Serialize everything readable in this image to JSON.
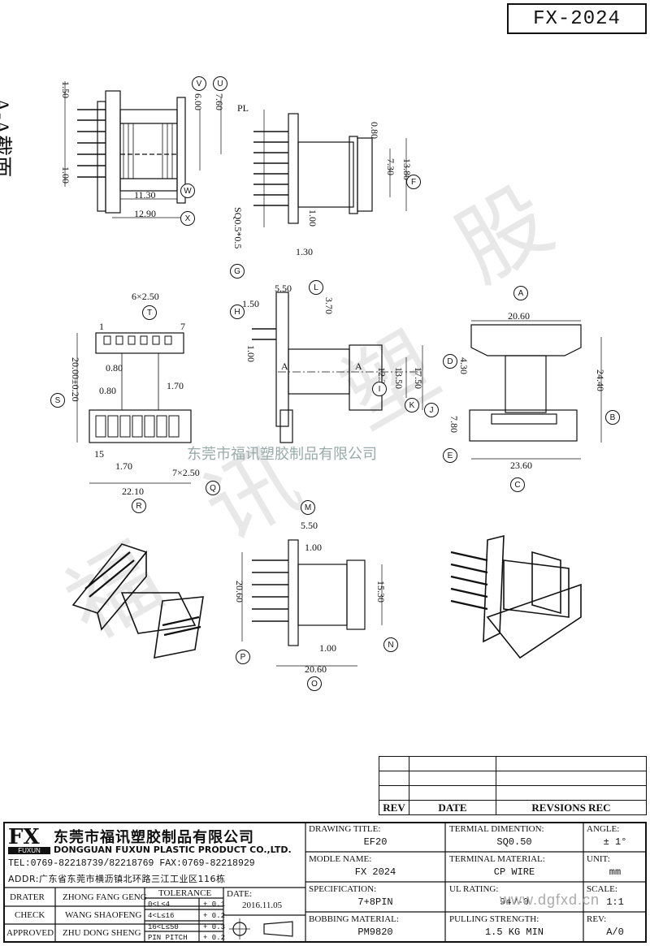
{
  "drawing_number": "FX-2024",
  "section_label": "A-A截面",
  "watermark_company": "东莞市福讯塑胶制品有限公司",
  "watermark_url": "www.dgfxd.cn",
  "dimensions": {
    "sec_150": "1.50",
    "sec_100": "1.00",
    "sec_1130": "11.30",
    "sec_1290": "12.90",
    "sec_760": "7.60",
    "sec_600": "6.00",
    "side_pl": "PL",
    "side_080": "0.80",
    "side_730": "7.30",
    "side_1380": "13.80",
    "side_sq": "SQ0.5*0.5",
    "side_100": "1.00",
    "side_130": "1.30",
    "bot_6x250": "6×2.50",
    "bot_pin1": "1",
    "bot_pin7": "7",
    "bot_080a": "0.80",
    "bot_170a": "1.70",
    "bot_080b": "0.80",
    "bot_2000": "20.00±0.20",
    "bot_15": "15",
    "bot_170b": "1.70",
    "bot_7x250": "7×2.50",
    "bot_2210": "22.10",
    "front_550": "5.50",
    "front_150": "1.50",
    "front_370": "3.70",
    "front_100": "1.00",
    "front_a1": "A",
    "front_a2": "A",
    "front_1230": "12.30",
    "front_1350": "13.50",
    "front_1750": "17.50",
    "end_2060": "20.60",
    "end_430": "4.30",
    "end_2440": "24.40",
    "end_780": "7.80",
    "end_2360": "23.60",
    "top_550": "5.50",
    "top_100a": "1.00",
    "top_2060a": "20.60",
    "top_1530": "15.30",
    "top_100b": "1.00",
    "top_2060b": "20.60"
  },
  "callouts": {
    "sec_u": "U",
    "sec_v": "V",
    "sec_w": "W",
    "sec_x": "X",
    "side_f": "F",
    "side_g": "G",
    "bot_t": "T",
    "bot_s": "S",
    "bot_q": "Q",
    "bot_r": "R",
    "front_l": "L",
    "front_h": "H",
    "front_i": "I",
    "front_j": "J",
    "front_k": "K",
    "end_a": "A",
    "end_d": "D",
    "end_b": "B",
    "end_e": "E",
    "end_c": "C",
    "top_m": "M",
    "top_n": "N",
    "top_p": "P",
    "top_o": "O"
  },
  "revision_table": {
    "rev": "REV",
    "date": "DATE",
    "revisions": "REVSIONS REC"
  },
  "title_block": {
    "logo": "FX",
    "logo_sub": "FUXUN",
    "company_cn": "东莞市福讯塑胶制品有限公司",
    "company_en": "DONGGUAN FUXUN PLASTIC PRODUCT CO.,LTD.",
    "tel": "TEL:0769-82218739/82218769 FAX:0769-82218929",
    "addr": "ADDR:广东省东莞市横沥镇北环路三江工业区116栋",
    "drater_label": "DRATER",
    "drater": "ZHONG FANG GENG",
    "check_label": "CHECK",
    "check": "WANG SHAOFENG",
    "approved_label": "APPROVED",
    "approved": "ZHU DONG SHENG",
    "tolerance_label": "TOLERANCE",
    "tol1": "0<L≤4",
    "tol1v": "+ 0.1",
    "tol2": "4<L≤16",
    "tol2v": "+ 0.2",
    "tol3": "16<L≤50",
    "tol3v": "+ 0.3",
    "tol4": "PIN PITCH",
    "tol4v": "+ 0.2",
    "date_label": "DATE:",
    "date": "2016.11.05",
    "drawing_title_label": "DRAWING TITLE:",
    "drawing_title": "EF20",
    "model_label": "MODLE NAME:",
    "model": "FX 2024",
    "spec_label": "SPECIFICATION:",
    "spec": "7+8PIN",
    "bobbin_label": "BOBBING MATERIAL:",
    "bobbin": "PM9820",
    "term_dim_label": "TERMIAL DIMENTION:",
    "term_dim": "SQ0.50",
    "term_mat_label": "TERMINAL MATERIAL:",
    "term_mat": "CP WIRE",
    "ul_label": "UL RATING:",
    "ul": "94V-0",
    "pull_label": "PULLING STRENGTH:",
    "pull": "1.5 KG MIN",
    "angle_label": "ANGLE:",
    "angle": "± 1°",
    "unit_label": "UNIT:",
    "unit": "mm",
    "scale_label": "SCALE:",
    "scale": "1:1",
    "rev_label": "REV:",
    "rev": "A/0"
  }
}
